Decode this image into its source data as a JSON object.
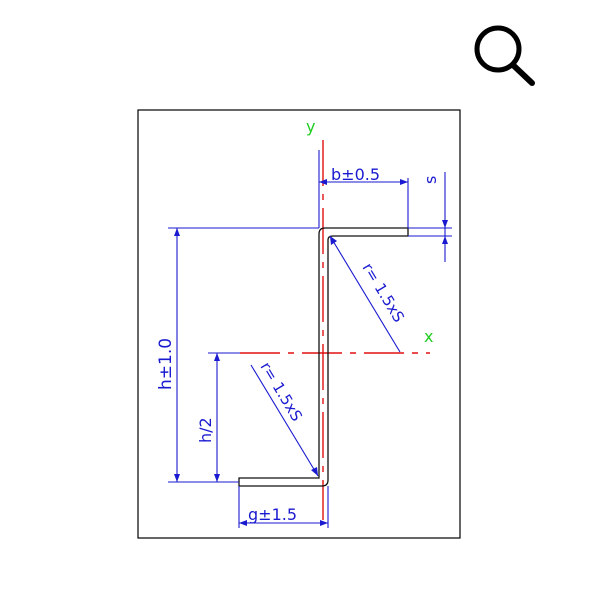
{
  "toolbar": {
    "zoom_icon": "magnifier-zoom-icon"
  },
  "drawing": {
    "axis_y_label": "y",
    "axis_x_label": "x",
    "dim_top_flange": "b±0.5",
    "dim_thickness": "s",
    "dim_height": "h±1.0",
    "dim_half_height": "h/2",
    "dim_bottom_flange": "g±1.5",
    "radius_upper": "r= 1.5xS",
    "radius_lower": "r= 1.5xS"
  },
  "colors": {
    "profile": "#111111",
    "dimension": "#1a1ad0",
    "centerline": "#e01010",
    "axis_label": "#22cc22"
  }
}
